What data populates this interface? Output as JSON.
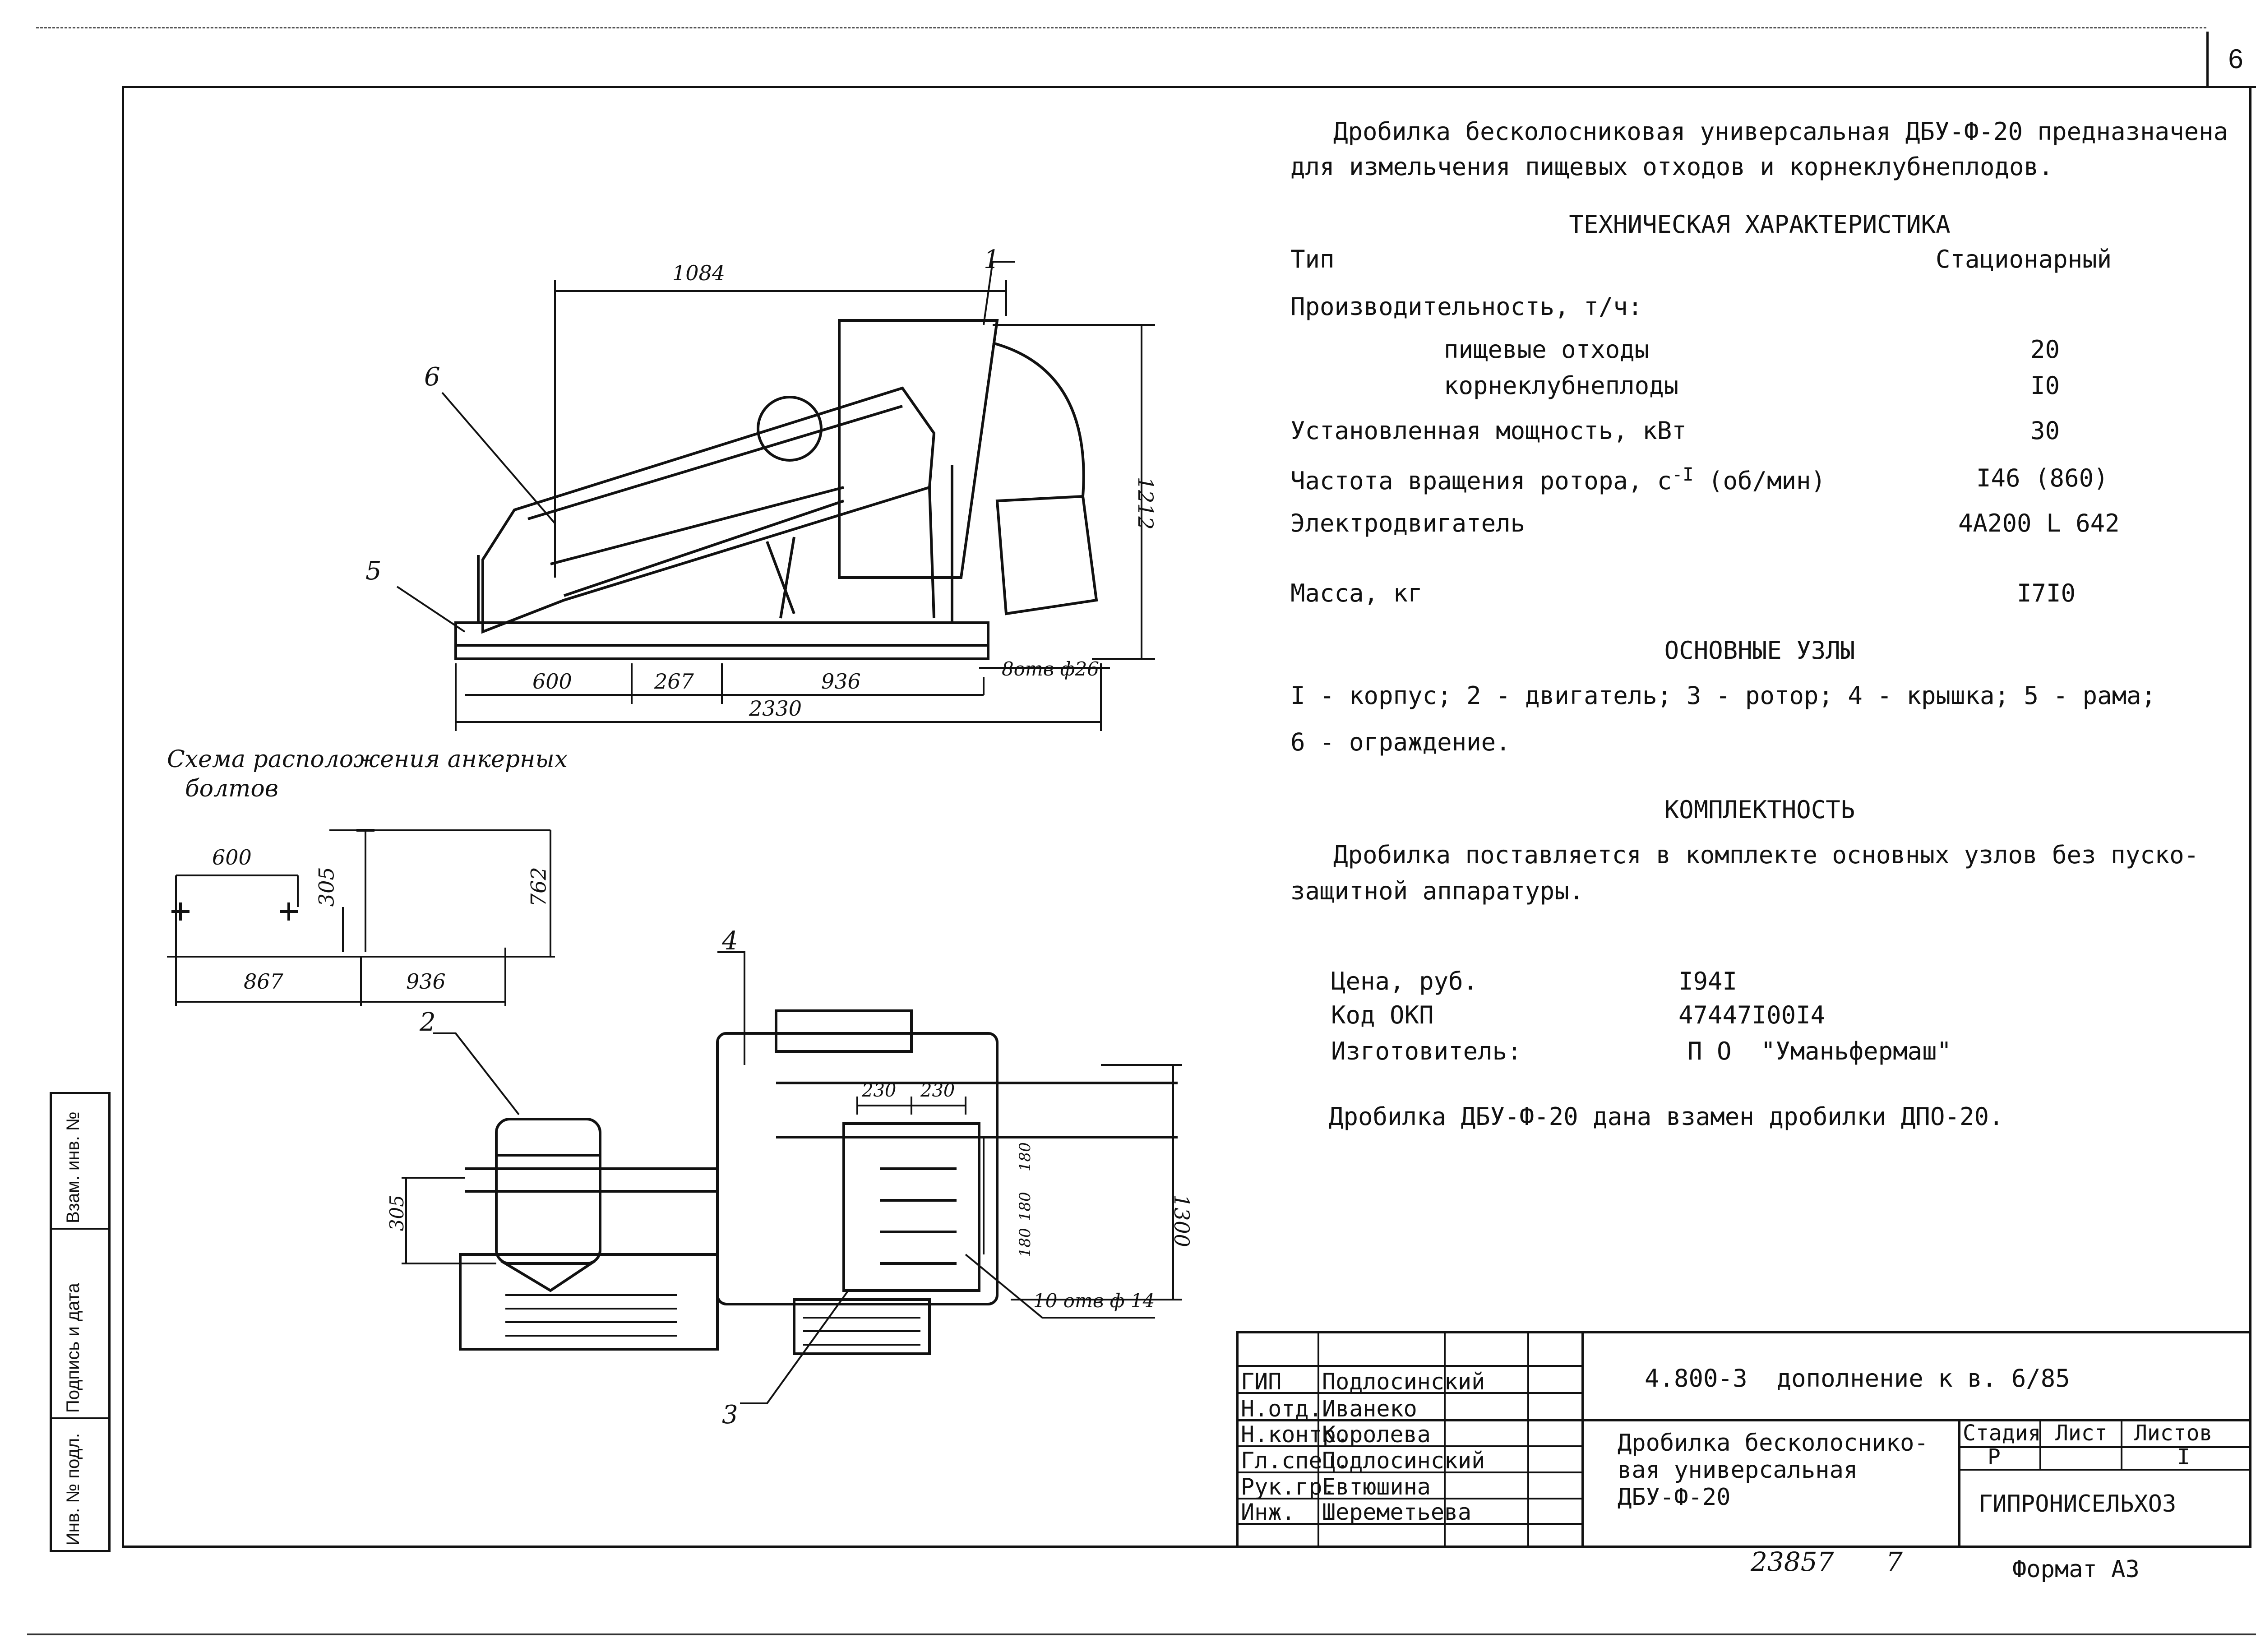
{
  "sheet_number": "6",
  "description": {
    "line1": "Дробилка бесколосниковая универсальная ДБУ-Ф-20 предназначена",
    "line2": "для измельчения пищевых отходов и корнеклубнеплодов."
  },
  "tech": {
    "heading": "ТЕХНИЧЕСКАЯ ХАРАКТЕРИСТИКА",
    "type_label": "Тип",
    "type_value": "Стационарный",
    "productivity_label": "Производительность, т/ч:",
    "food_waste_label": "пищевые отходы",
    "food_waste_value": "20",
    "roots_label": "корнеклубнеплоды",
    "roots_value": "I0",
    "power_label": "Установленная мощность, кВт",
    "power_value": "30",
    "rotation_label": "Частота вращения ротора, с",
    "rotation_sup": "-I",
    "rotation_unit": "(об/мин)",
    "rotation_value": "I46 (860)",
    "motor_label": "Электродвигатель",
    "motor_value": "4А200 L 642",
    "mass_label": "Масса, кг",
    "mass_value": "I7I0"
  },
  "units": {
    "heading": "ОСНОВНЫЕ УЗЛЫ",
    "line1": "I - корпус; 2 - двигатель; 3 - ротор; 4 - крышка; 5 - рама;",
    "line2": "6 - ограждение."
  },
  "complete": {
    "heading": "КОМПЛЕКТНОСТЬ",
    "line1": "Дробилка поставляется в комплекте основных узлов без пуско-",
    "line2": "защитной аппаратуры."
  },
  "pricing": {
    "price_label": "Цена, руб.",
    "price_value": "I94I",
    "okp_label": "Код ОКП",
    "okp_value": "47447I00I4",
    "maker_label": "Изготовитель:",
    "maker_value": "П О  \"Уманьфермаш\""
  },
  "replacement_note": "Дробилка ДБУ-Ф-20 дана взамен дробилки ДПО-20.",
  "drawing": {
    "scheme_title_1": "Схема расположения анкерных",
    "scheme_title_2": "болтов",
    "dim_1084": "1084",
    "dim_1212": "1212",
    "dim_600": "600",
    "dim_267": "267",
    "dim_936": "936",
    "dim_2330": "2330",
    "holes_8": "8отв ф26",
    "s_600": "600",
    "s_305": "305",
    "s_762": "762",
    "s_867": "867",
    "s_936": "936",
    "b_305": "305",
    "b_1300": "1300",
    "b_230a": "230",
    "b_230b": "230",
    "b_180a": "180",
    "b_180b": "180",
    "b_180c": "180",
    "holes_10": "10 отв ф 14",
    "callout_1": "1",
    "callout_2": "2",
    "callout_3": "3",
    "callout_4": "4",
    "callout_5": "5",
    "callout_6": "6"
  },
  "sidebar": {
    "cell1": "Взам. инв. №",
    "cell2": "Подпись и дата",
    "cell3": "Инв. № подл."
  },
  "title_block": {
    "doc_code": "4.800-3  дополнение к в. 6/85",
    "name_line1": "Дробилка бесколоснико-",
    "name_line2": "вая универсальная",
    "name_line3": "ДБУ-Ф-20",
    "stage_header": "Стадия",
    "sheet_header": "Лист",
    "sheets_header": "Листов",
    "stage_value": "Р",
    "sheet_value": "",
    "sheets_value": "I",
    "organization": "ГИПРОНИСЕЛЬХОЗ",
    "people": [
      {
        "role": "ГИП",
        "name": "Подлосинский"
      },
      {
        "role": "Н.отд.",
        "name": "Иванеко"
      },
      {
        "role": "Н.контр.",
        "name": "Королева"
      },
      {
        "role": "Гл.спец.",
        "name": "Подлосинский"
      },
      {
        "role": "Рук.гр.",
        "name": "Евтюшина"
      },
      {
        "role": "Инж.",
        "name": "Шереметьева"
      }
    ]
  },
  "footer": {
    "archive_number": "23857",
    "archive_suffix": "7",
    "format": "Формат А3"
  }
}
